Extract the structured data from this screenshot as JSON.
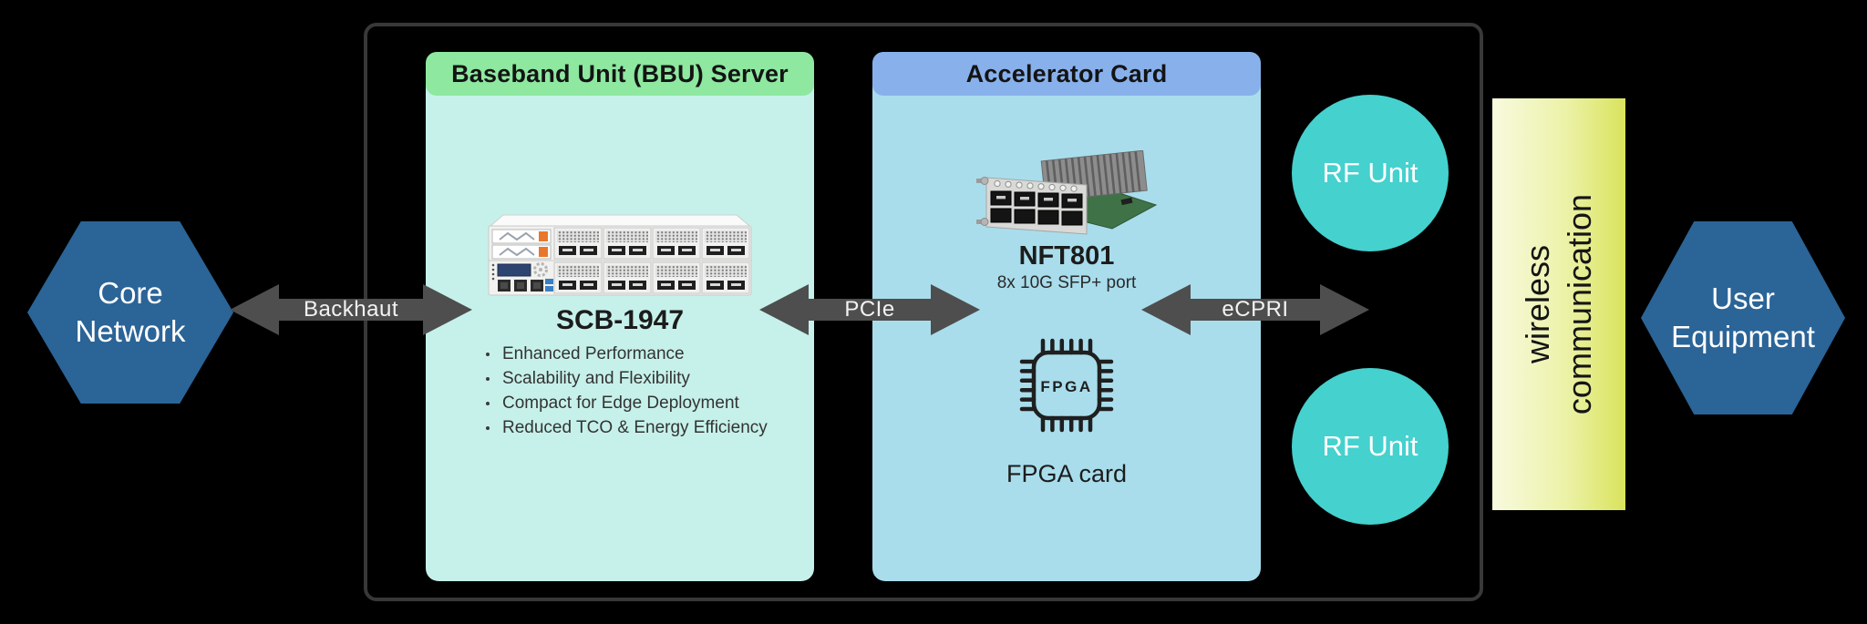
{
  "diagram": {
    "core_network": {
      "label": "Core Network"
    },
    "bbu": {
      "header": "Baseband Unit (BBU) Server",
      "model": "SCB-1947",
      "bullets": [
        "Enhanced Performance",
        "Scalability and Flexibility",
        "Compact for Edge Deployment",
        "Reduced TCO & Energy Efficiency"
      ]
    },
    "accelerator": {
      "header": "Accelerator Card",
      "model": "NFT801",
      "ports": "8x 10G SFP+ port",
      "fpga_chip_label": "FPGA",
      "fpga_caption": "FPGA card"
    },
    "links": {
      "backhaul": "Backhaut",
      "pcie": "PCIe",
      "ecpri": "eCPRI"
    },
    "rf_units": [
      {
        "label": "RF Unit"
      },
      {
        "label": "RF Unit"
      }
    ],
    "wireless_bar": {
      "line1": "wireless",
      "line2": "communication"
    },
    "user_equipment": {
      "label": "User Equipment"
    },
    "colors": {
      "background": "#000000",
      "boundary_outline": "#383838",
      "hexagon_blue": "#2b6497",
      "bbu_header_green": "#8ee8a0",
      "bbu_body_cyan": "#c6f1ea",
      "accel_header_blue": "#88b1ec",
      "accel_body_blue": "#a9ddec",
      "rf_teal": "#45d1ce",
      "arrow_gray": "#4e4e4e",
      "wireless_yellow_light": "#f8fade",
      "wireless_yellow_dark": "#d9e35c"
    }
  }
}
